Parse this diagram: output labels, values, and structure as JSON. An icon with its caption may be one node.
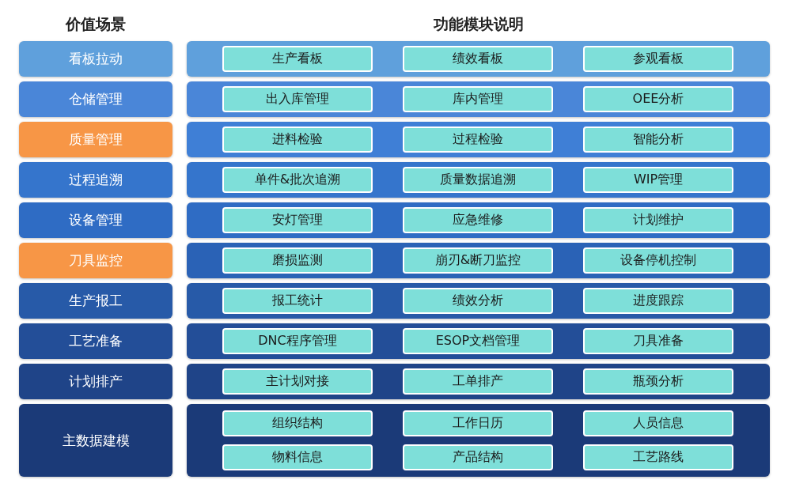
{
  "diagram": {
    "nodes": [
      {
        "text": [
          "看板拉动"
        ]
      },
      {
        "text": [],
        "shape": "box"
      },
      {
        "text": [
          "生产看板"
        ],
        "in": 1
      },
      {
        "text": [
          "绩效看板"
        ],
        "in": 1
      },
      {
        "text": [
          "参观看板"
        ],
        "in": 1
      },
      {
        "text": [
          "仓储管理"
        ]
      },
      {
        "text": [],
        "shape": "box"
      },
      {
        "text": [
          "出入库管理"
        ],
        "in": 6
      },
      {
        "text": [
          "库内管理"
        ],
        "in": 6
      },
      {
        "text": [
          "OEE分析"
        ],
        "in": 6
      },
      {
        "text": [
          "质量管理"
        ]
      },
      {
        "text": [],
        "shape": "box"
      },
      {
        "text": [
          "进料检验"
        ],
        "in": 11
      },
      {
        "text": [
          "过程检验"
        ],
        "in": 11
      },
      {
        "text": [
          "智能分析"
        ],
        "in": 11
      },
      {
        "text": [
          "过程追溯"
        ]
      },
      {
        "text": [],
        "shape": "box"
      },
      {
        "text": [
          "单件&批次追溯"
        ],
        "in": 16
      },
      {
        "text": [
          "质量数据追溯"
        ],
        "in": 16
      },
      {
        "text": [
          "WIP管理"
        ],
        "in": 16
      },
      {
        "text": [
          "设备管理"
        ]
      },
      {
        "text": [],
        "shape": "box"
      },
      {
        "text": [
          "安灯管理"
        ],
        "in": 21
      },
      {
        "text": [
          "应急维修"
        ],
        "in": 21
      },
      {
        "text": [
          "计划维护"
        ],
        "in": 21
      },
      {
        "text": [
          "刀具监控"
        ]
      },
      {
        "text": [],
        "shape": "box"
      },
      {
        "text": [
          "磨损监测"
        ],
        "in": 26
      },
      {
        "text": [
          "崩刃&断刀监控"
        ],
        "in": 26
      },
      {
        "text": [
          "设备停机控制"
        ],
        "in": 26
      },
      {
        "text": [
          "生产报工"
        ]
      },
      {
        "text": [],
        "shape": "box"
      },
      {
        "text": [
          "报工统计"
        ],
        "in": 31
      },
      {
        "text": [
          "绩效分析"
        ],
        "in": 31
      },
      {
        "text": [
          "进度跟踪"
        ],
        "in": 31
      },
      {
        "text": [
          "工艺准备"
        ]
      },
      {
        "text": [],
        "shape": "box"
      },
      {
        "text": [
          "DNC程序管理"
        ],
        "in": 36
      },
      {
        "text": [
          "ESOP文档管理"
        ],
        "in": 36
      },
      {
        "text": [
          "刀具准备"
        ],
        "in": 36
      },
      {
        "text": [
          "计划排产"
        ]
      },
      {
        "text": [],
        "shape": "box"
      },
      {
        "text": [
          "主计划对接"
        ],
        "in": 41
      },
      {
        "text": [
          "工单排产"
        ],
        "in": 41
      },
      {
        "text": [
          "瓶颈分析"
        ],
        "in": 41
      },
      {
        "text": [
          "主数据建模"
        ]
      },
      {
        "text": [],
        "shape": "box"
      },
      {
        "text": [
          "组织结构"
        ],
        "in": 46
      },
      {
        "text": [
          "工作日历"
        ],
        "in": 46
      },
      {
        "text": [
          "人员信息"
        ],
        "in": 46
      },
      {
        "text": [
          "物料信息"
        ],
        "in": 46
      },
      {
        "text": [
          "产品结构"
        ],
        "in": 46
      },
      {
        "text": [
          "工艺路线"
        ],
        "in": 46
      }
    ],
    "labels": [
      "价值场景",
      "功能模块说明"
    ]
  }
}
